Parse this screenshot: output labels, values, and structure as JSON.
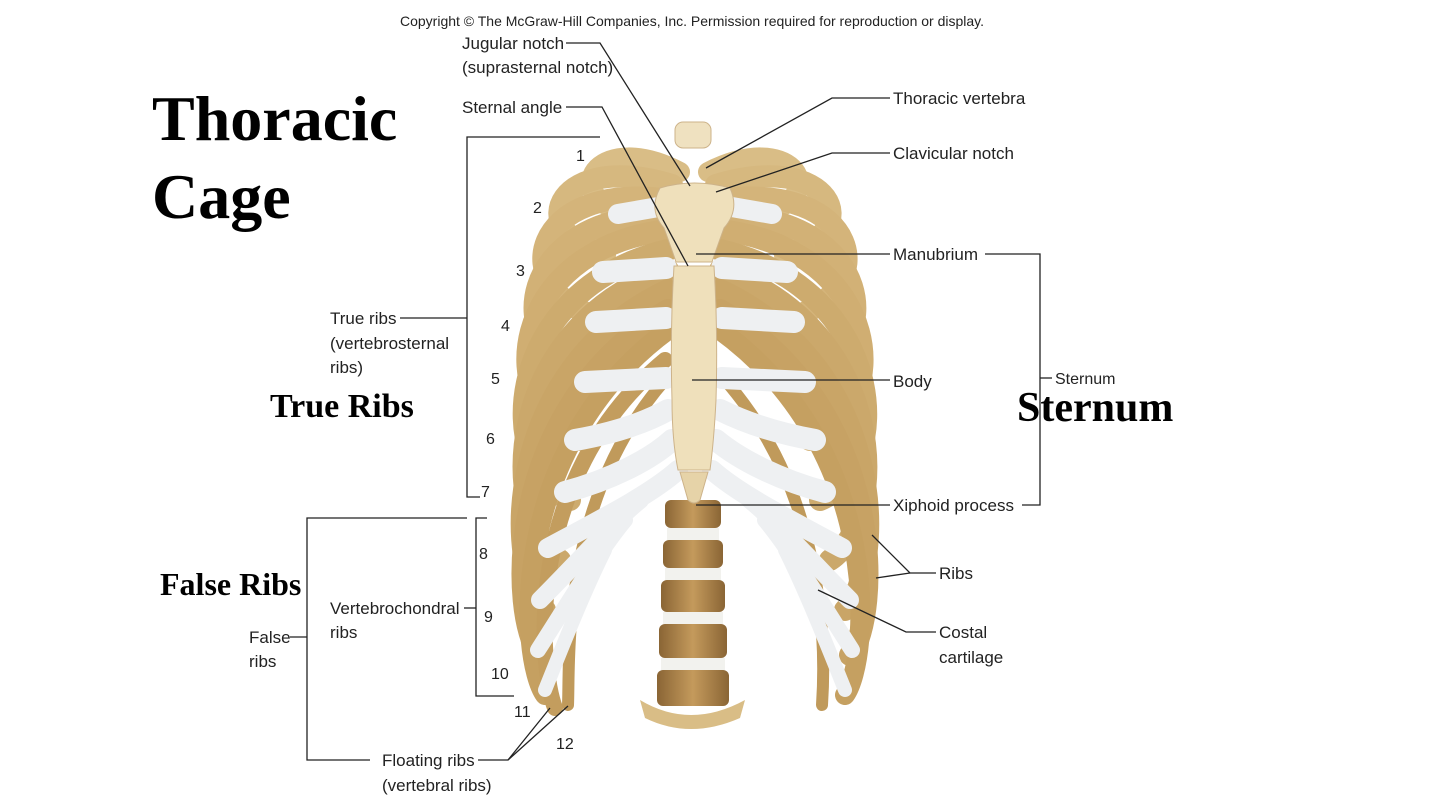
{
  "slide": {
    "title_line1": "Thoracic",
    "title_line2": "Cage",
    "overlay_labels": {
      "true_ribs": "True Ribs",
      "false_ribs": "False Ribs",
      "sternum": "Sternum"
    }
  },
  "figure": {
    "copyright": "Copyright © The McGraw-Hill Companies, Inc. Permission required for reproduction or display.",
    "labels": {
      "jugular_notch": "Jugular notch",
      "suprasternal_notch": "(suprasternal notch)",
      "sternal_angle": "Sternal angle",
      "thoracic_vertebra": "Thoracic vertebra",
      "clavicular_notch": "Clavicular notch",
      "manubrium": "Manubrium",
      "body": "Body",
      "sternum": "Sternum",
      "xiphoid_process": "Xiphoid process",
      "ribs": "Ribs",
      "costal_cartilage_1": "Costal",
      "costal_cartilage_2": "cartilage",
      "true_ribs_1": "True ribs",
      "true_ribs_2": "(vertebrosternal",
      "true_ribs_3": "ribs)",
      "vertebrochondral_1": "Vertebrochondral",
      "vertebrochondral_2": "ribs",
      "false_ribs_1": "False",
      "false_ribs_2": "ribs",
      "floating_ribs_1": "Floating ribs",
      "floating_ribs_2": "(vertebral ribs)"
    },
    "rib_numbers": [
      "1",
      "2",
      "3",
      "4",
      "5",
      "6",
      "7",
      "8",
      "9",
      "10",
      "11",
      "12"
    ],
    "colors": {
      "bone": "#e8d4a8",
      "bone_shadow": "#c9a870",
      "cartilage": "#eef0f2",
      "disc": "#f2f2ee",
      "vertebra_dark": "#a07a45",
      "leader": "#222222"
    }
  }
}
